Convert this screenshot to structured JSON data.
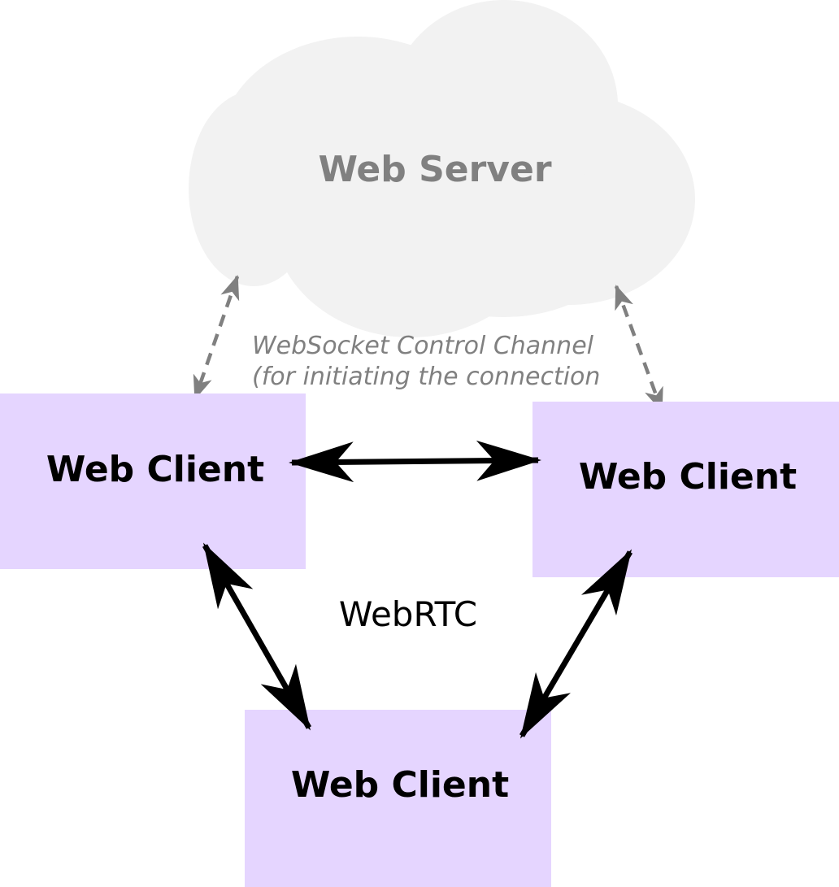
{
  "colors": {
    "cloud_fill": "#f2f2f2",
    "server_text": "#808080",
    "client_fill": "#e5d5ff",
    "client_text": "#000000",
    "control_channel": "#808080",
    "webrtc_link": "#000000"
  },
  "server": {
    "label": "Web Server",
    "icon": "cloud-shape"
  },
  "clients": [
    {
      "label": "Web Client"
    },
    {
      "label": "Web Client"
    },
    {
      "label": "Web Client"
    }
  ],
  "control_channel": {
    "line1": "WebSocket Control Channel",
    "line2": "(for initiating the connection"
  },
  "webrtc": {
    "label": "WebRTC"
  }
}
